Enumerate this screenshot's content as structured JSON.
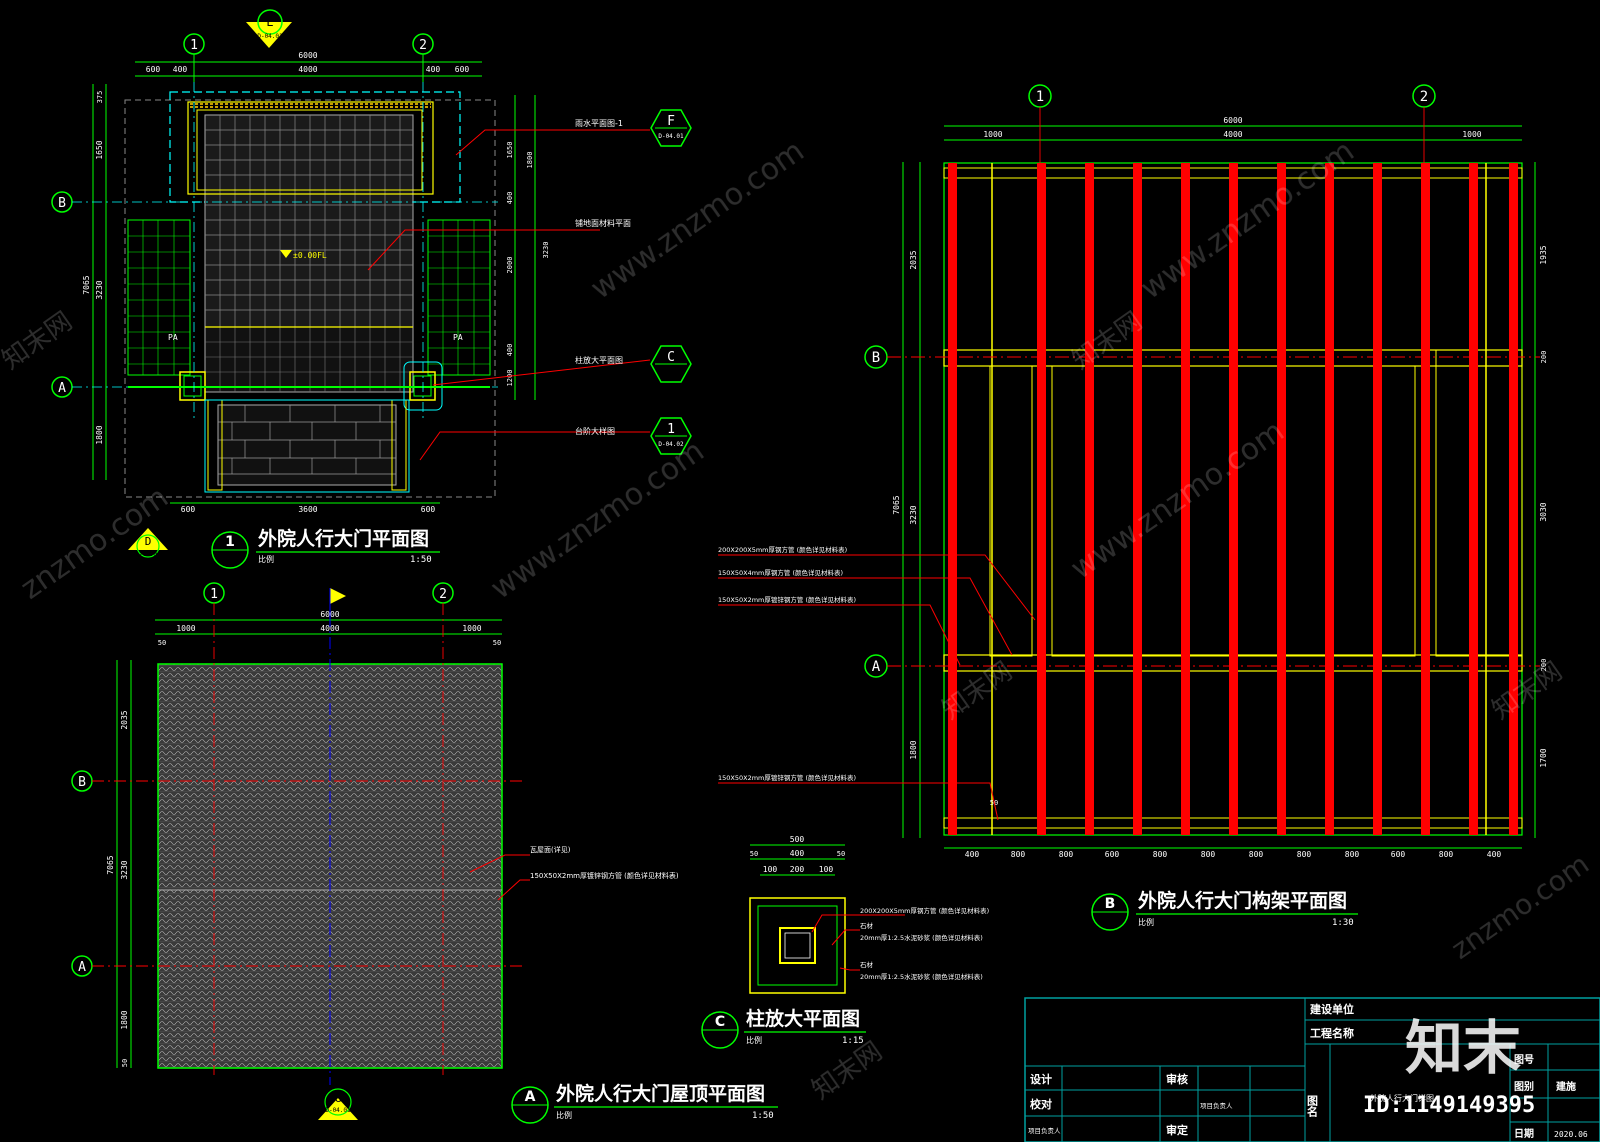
{
  "colors": {
    "background": "#000000",
    "green": "#00ff00",
    "red": "#ff0000",
    "yellow": "#ffff00",
    "white": "#ffffff",
    "cyan": "#00ffff",
    "blue": "#3333ff",
    "gray": "#808080",
    "teal_table": "#00a0a0"
  },
  "plan1": {
    "grid_top_1": "1",
    "grid_top_2": "2",
    "grid_left_B": "B",
    "grid_left_A": "A",
    "section_mark": "E",
    "section_ref": "D-04.01",
    "dim_top_total": "6000",
    "dim_top_mid": "4000",
    "dim_top_left_a": "600",
    "dim_top_left_b": "400",
    "dim_top_right_a": "400",
    "dim_top_right_b": "600",
    "dim_left_1": "1650",
    "dim_left_total": "7065",
    "dim_left_2": "3230",
    "dim_left_3": "1800",
    "dim_left_top": "375",
    "dim_bottom_left": "600",
    "dim_bottom_mid": "3600",
    "dim_bottom_right": "600",
    "dim_right_1": "1650",
    "dim_right_2": "1800",
    "dim_right_3": "400",
    "dim_right_4": "2000",
    "dim_right_5": "3230",
    "dim_right_6": "400",
    "dim_right_7": "1200",
    "label_pa_left": "PA",
    "label_pa_right": "PA",
    "level_text": "±0.00FL",
    "callout_f": "F",
    "callout_f_ref": "D-04.01",
    "callout_c": "C",
    "callout_1": "1",
    "callout_1_ref": "D-04.02",
    "callout_f_text": "雨水平面图-1",
    "callout_paving_text": "铺地面材料平面",
    "callout_c_text": "柱放大平面图",
    "callout_1_text": "台阶大样图",
    "title_num": "1",
    "title": "外院人行大门平面图",
    "scale_label": "比例",
    "scale": "1:50",
    "section_d": "D",
    "section_d_ref": "D-04.01"
  },
  "planA": {
    "grid_top_1": "1",
    "grid_top_2": "2",
    "grid_left_B": "B",
    "grid_left_A": "A",
    "dim_top_total": "6000",
    "dim_top_mid": "4000",
    "dim_top_left": "1000",
    "dim_top_right": "1000",
    "dim_top_edge_l": "50",
    "dim_top_edge_r": "50",
    "dim_left_1": "2035",
    "dim_left_total": "7065",
    "dim_left_2": "3230",
    "dim_left_3": "1800",
    "dim_left_4": "50",
    "note_1": "瓦屋面(详见)",
    "note_2": "150X50X2mm厚镀锌钢方管 (颜色详见材料表)",
    "section_g": "G",
    "section_g_ref": "D-04.01",
    "title_num": "A",
    "title": "外院人行大门屋顶平面图",
    "scale_label": "比例",
    "scale": "1:50"
  },
  "planB": {
    "grid_top_1": "1",
    "grid_top_2": "2",
    "grid_left_B": "B",
    "grid_left_A": "A",
    "dim_top_total": "6000",
    "dim_top_mid": "4000",
    "dim_top_left": "1000",
    "dim_top_right": "1000",
    "dim_left_1": "2035",
    "dim_left_total": "7065",
    "dim_left_2": "3230",
    "dim_left_3": "1800",
    "dim_right_1": "1935",
    "dim_right_2": "200",
    "dim_right_3": "3030",
    "dim_right_4": "200",
    "dim_right_5": "1700",
    "dim_bottom": [
      "400",
      "800",
      "800",
      "600",
      "800",
      "800",
      "800",
      "800",
      "800",
      "600",
      "800",
      "400"
    ],
    "dim_bottom_small": "50",
    "note_1": "200X200X5mm厚钢方管 (颜色详见材料表)",
    "note_2": "150X50X4mm厚钢方管 (颜色详见材料表)",
    "note_3": "150X50X2mm厚镀锌钢方管 (颜色详见材料表)",
    "note_4": "150X50X2mm厚镀锌钢方管 (颜色详见材料表)",
    "title_num": "B",
    "title": "外院人行大门构架平面图",
    "scale_label": "比例",
    "scale": "1:30"
  },
  "planC": {
    "dim_top_total": "500",
    "dim_top_mid": "400",
    "dim_edge_l": "50",
    "dim_edge_r": "50",
    "dim_sub_1": "100",
    "dim_sub_2": "200",
    "dim_sub_3": "100",
    "note_1": "200X200X5mm厚钢方管 (颜色详见材料表)",
    "note_2a": "石材",
    "note_2b": "20mm厚1:2.5水泥砂浆 (颜色详见材料表)",
    "note_3a": "石材",
    "note_3b": "20mm厚1:2.5水泥砂浆 (颜色详见材料表)",
    "title_num": "C",
    "title": "柱放大平面图",
    "scale_label": "比例",
    "scale": "1:15"
  },
  "title_block": {
    "owner": "建设单位",
    "project": "工程名称",
    "drawing_name_label": "图名",
    "design": "设计",
    "review": "审核",
    "check": "校对",
    "approve": "审定",
    "person": "项目负责人",
    "drawing_name": "外院人行大门详图",
    "num_label": "图号",
    "discipline_label": "图别",
    "discipline": "建施",
    "date_label": "日期",
    "date": "2020.06"
  },
  "watermark": {
    "logo": "知末",
    "id": "ID:1149149395",
    "site": "www.znzmo.com",
    "site_short": "znzmo.com",
    "site_cn": "知末网"
  }
}
